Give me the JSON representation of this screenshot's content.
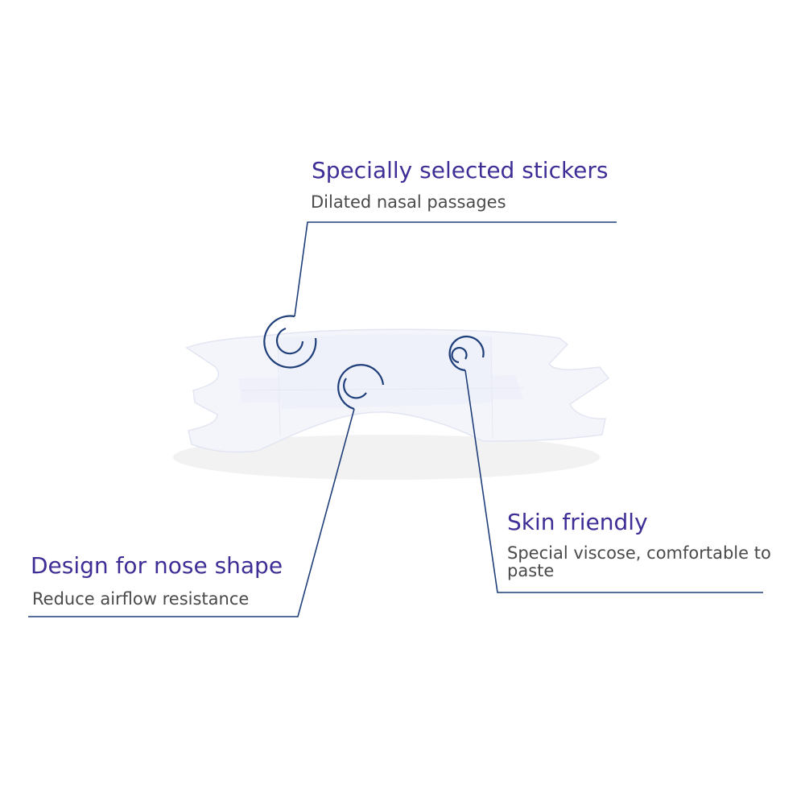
{
  "callouts": {
    "top": {
      "title": "Specially selected stickers",
      "subtitle": "Dilated nasal passages"
    },
    "left": {
      "title": "Design for nose shape",
      "subtitle": "Reduce airflow resistance"
    },
    "right": {
      "title": "Skin friendly",
      "subtitle": "Special viscose, comfortable to paste"
    }
  },
  "colors": {
    "title": "#3d2f96",
    "subtitle": "#4a4a4a",
    "leader_line": "#1f3f7a",
    "strip_fill": "#f3f4fb",
    "strip_edge": "#e2e4f2"
  }
}
